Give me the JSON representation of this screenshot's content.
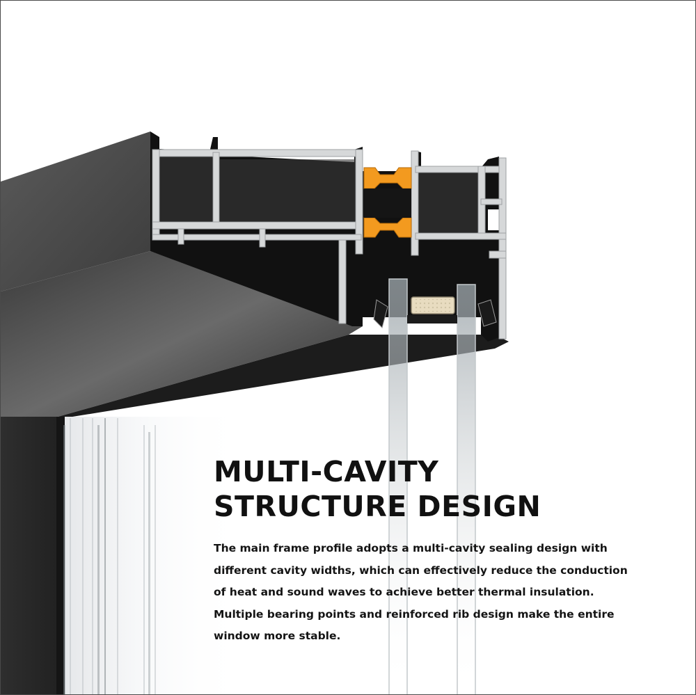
{
  "headline": {
    "line1": "MULTI-CAVITY",
    "line2": "STRUCTURE DESIGN"
  },
  "description": {
    "lines": [
      "The main frame profile adopts a multi-cavity sealing design with",
      "different cavity widths, which can effectively reduce the conduction",
      "of heat and sound waves to achieve better thermal insulation.",
      "Multiple bearing points and reinforced rib design make the entire",
      "window more stable."
    ]
  },
  "colors": {
    "frame_dark": "#2b2b2b",
    "profile_section": "#d9d9d9",
    "thermal_break": "#f39a1f",
    "desiccant": "#e8dcc0",
    "text": "#111111"
  }
}
